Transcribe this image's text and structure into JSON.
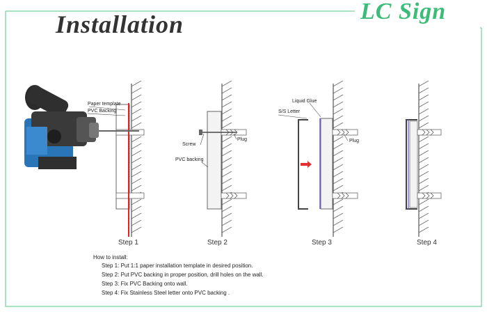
{
  "title": "Installation",
  "brand": "LC Sign",
  "colors": {
    "frame": "#8fd8ae",
    "brand": "#3dbb78",
    "drill_body": "#2a74b8",
    "template_line": "#e32020",
    "arrow": "#e03030"
  },
  "labels": {
    "paper_template": "Paper template",
    "pvc_backing": "PVC Backing",
    "screw": "Screw",
    "pvc_backing_2": "PVC backing",
    "plug": "Plug",
    "liquid_glue": "Liquid Glue",
    "ss_letter": "S/S Letter",
    "plug_3": "Plug"
  },
  "steps": [
    "Step 1",
    "Step 2",
    "Step 3",
    "Step 4"
  ],
  "howto": "How to install:",
  "instructions": [
    "Step 1: Put  1:1 paper installation template in desired position.",
    "Step 2: Put PVC backing in proper position, drill holes on the wall.",
    "Step 3: Fix PVC Backing onto  wall.",
    "Step 4: Fix  Stainless Steel  letter onto  PVC backing ."
  ]
}
